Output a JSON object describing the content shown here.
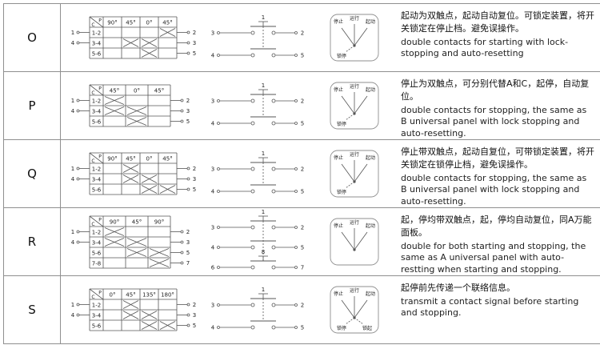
{
  "rows": [
    {
      "type": "O",
      "table": {
        "corner": {
          "top": "P",
          "bottom": "C"
        },
        "angles": [
          "90°",
          "45°",
          "0°",
          "45°"
        ],
        "contacts": [
          {
            "label": "1-2",
            "crosses": [
              4
            ]
          },
          {
            "label": "3-4",
            "crosses": [
              2,
              3
            ]
          },
          {
            "label": "5-6",
            "crosses": [
              3
            ]
          }
        ],
        "left_pins": [
          "1",
          "4"
        ],
        "right_pins": [
          "2",
          "3",
          "5"
        ]
      },
      "circuit": {
        "lines": [
          {
            "left": "3",
            "top": "1",
            "right": "2"
          },
          {
            "left": "4",
            "right": "5"
          }
        ]
      },
      "panel": {
        "positions": [
          "停止",
          "运行",
          "起动"
        ],
        "lock_left": "锁停"
      },
      "desc": {
        "zh": "起动为双触点，起动自动复位。可锁定装置，将开关锁定在停止档。避免误操作。",
        "en": "double contacts for starting with lock-stopping and auto-resetting"
      }
    },
    {
      "type": "P",
      "table": {
        "corner": {
          "top": "P",
          "bottom": "C"
        },
        "angles": [
          "45°",
          "0°",
          "45°"
        ],
        "contacts": [
          {
            "label": "1-2",
            "crosses": [
              1
            ]
          },
          {
            "label": "3-4",
            "crosses": [
              1,
              2
            ]
          },
          {
            "label": "5-6",
            "crosses": [
              2
            ]
          }
        ],
        "left_pins": [
          "1",
          "4"
        ],
        "right_pins": [
          "2",
          "3",
          "5"
        ]
      },
      "circuit": {
        "lines": [
          {
            "left": "3",
            "top": "1",
            "right": "2"
          },
          {
            "left": "4",
            "right": "5"
          }
        ]
      },
      "panel": {
        "positions": [
          "停止",
          "运行",
          "起动"
        ],
        "lock_left": "锁停"
      },
      "desc": {
        "zh": "停止为双触点，可分别代替A和C，起停，自动复位。",
        "en": "double contacts for stopping, the same as B universal panel with lock stopping and auto-resetting."
      }
    },
    {
      "type": "Q",
      "table": {
        "corner": {
          "top": "P",
          "bottom": "C"
        },
        "angles": [
          "90°",
          "45°",
          "0°",
          "45°"
        ],
        "contacts": [
          {
            "label": "1-2",
            "crosses": [
              2
            ]
          },
          {
            "label": "3-4",
            "crosses": [
              2,
              3
            ]
          },
          {
            "label": "5-6",
            "crosses": [
              3,
              4
            ]
          }
        ],
        "left_pins": [
          "1",
          "4"
        ],
        "right_pins": [
          "2",
          "3",
          "5"
        ]
      },
      "circuit": {
        "lines": [
          {
            "left": "3",
            "top": "1",
            "right": "2"
          },
          {
            "left": "4",
            "right": "5"
          }
        ]
      },
      "panel": {
        "positions": [
          "停止",
          "运行",
          "起动"
        ],
        "lock_left": "锁停"
      },
      "desc": {
        "zh": "停止带双触点，起动自复位，可带锁定装置，将开关锁定在锁停止档，避免误操作。",
        "en": "double contacts for stopping, the same as B universal panel with lock stopping and auto-resetting."
      }
    },
    {
      "type": "R",
      "table": {
        "corner": {
          "top": "P",
          "bottom": "C"
        },
        "angles": [
          "90°",
          "45°",
          "90°"
        ],
        "contacts": [
          {
            "label": "1-2",
            "crosses": [
              1
            ]
          },
          {
            "label": "3-4",
            "crosses": [
              1,
              2
            ]
          },
          {
            "label": "5-6",
            "crosses": [
              2,
              3
            ]
          },
          {
            "label": "7-8",
            "crosses": [
              3
            ]
          }
        ],
        "left_pins": [
          "1",
          "4"
        ],
        "right_pins": [
          "2",
          "3",
          "5",
          "7"
        ]
      },
      "circuit": {
        "lines": [
          {
            "left": "3",
            "top": "1",
            "right": "2"
          },
          {
            "left": "4",
            "right": "5"
          },
          {
            "left": "6",
            "top": "8",
            "right": "7"
          }
        ]
      },
      "panel": {
        "positions": [
          "停止",
          "运行",
          "起动"
        ]
      },
      "desc": {
        "zh": "起，停均带双触点，起，停均自动复位，同A万能面板。",
        "en": "double for both starting and stopping, the same as A universal panel with auto-restting when starting and stopping."
      }
    },
    {
      "type": "S",
      "table": {
        "corner": {
          "top": "P",
          "bottom": "C"
        },
        "angles": [
          "0°",
          "45°",
          "135°",
          "180°"
        ],
        "contacts": [
          {
            "label": "1-2",
            "crosses": [
              2
            ]
          },
          {
            "label": "3-4",
            "crosses": [
              2,
              3
            ]
          },
          {
            "label": "5-6",
            "crosses": [
              3,
              4
            ]
          }
        ],
        "left_pins": [
          "1",
          "4"
        ],
        "right_pins": [
          "2",
          "3",
          "5"
        ]
      },
      "circuit": {
        "lines": [
          {
            "left": "3",
            "top": "1",
            "right": "2"
          },
          {
            "left": "4",
            "right": "5"
          }
        ]
      },
      "panel": {
        "positions": [
          "停止",
          "运行",
          "起动"
        ],
        "lock_left": "锁停",
        "lock_right": "锁起"
      },
      "desc": {
        "zh": "起停前先传递一个联络信息。",
        "en": "transmit a contact signal before starting and stopping."
      }
    }
  ]
}
